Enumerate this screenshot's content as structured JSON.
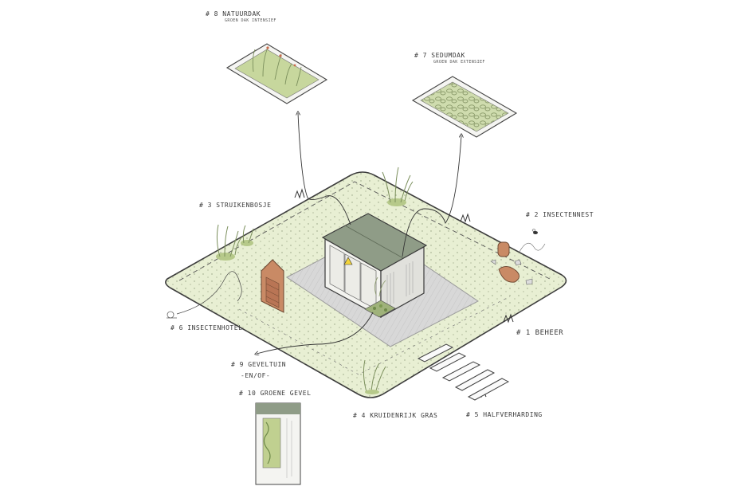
{
  "labels": {
    "l8_title": "# 8 NATUURDAK",
    "l8_sub": "GROEN DAK INTENSIEF",
    "l7_title": "# 7 SEDUMDAK",
    "l7_sub": "GROEN DAK EXTENSIEF",
    "l3": "# 3 STRUIKENBOSJE",
    "l2": "# 2 INSECTENNEST",
    "l6": "# 6 INSECTENHOTEL",
    "l1": "# 1 BEHEER",
    "l9": "# 9 GEVELTUIN",
    "l_or": "-EN/OF-",
    "l10": "# 10 GROENE GEVEL",
    "l4": "# 4 KRUIDENRIJK GRAS",
    "l5": "# 5 HALFVERHARDING"
  },
  "colors": {
    "lawn": "#e8efd3",
    "lawn_edge": "#3d3d3d",
    "paving": "#d6d6d6",
    "roof": "#8f9c87",
    "building": "#f2f2ef",
    "wood": "#c98a65",
    "accent_warning": "#f3d43a"
  },
  "icons": [
    "insect-hotel-icon",
    "warning-sign-icon",
    "bee-icon",
    "snail-icon",
    "grass-tuft-icon",
    "plant-icon"
  ]
}
